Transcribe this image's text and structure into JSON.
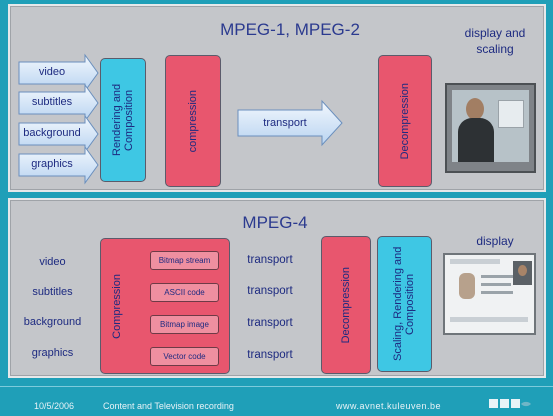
{
  "top": {
    "title": "MPEG-1, MPEG-2",
    "inputs": [
      "video",
      "subtitles",
      "background",
      "graphics"
    ],
    "rendering_label": "Rendering and Composition",
    "compression_label": "compression",
    "transport_label": "transport",
    "decompression_label": "Decompression",
    "display_label": "display and scaling"
  },
  "bottom": {
    "title": "MPEG-4",
    "inputs": [
      "video",
      "subtitles",
      "background",
      "graphics"
    ],
    "compression_label": "Compression",
    "codes": [
      "Bitmap stream",
      "ASCII code",
      "Bitmap image",
      "Vector code"
    ],
    "transports": [
      "transport",
      "transport",
      "transport",
      "transport"
    ],
    "decompression_label": "Decompression",
    "scaling_label": "Scaling, Rendering and Composition",
    "display_label": "display"
  },
  "footer": {
    "date": "10/5/2006",
    "subject": "Content and Television recording",
    "url": "www.avnet.kuleuven.be"
  }
}
